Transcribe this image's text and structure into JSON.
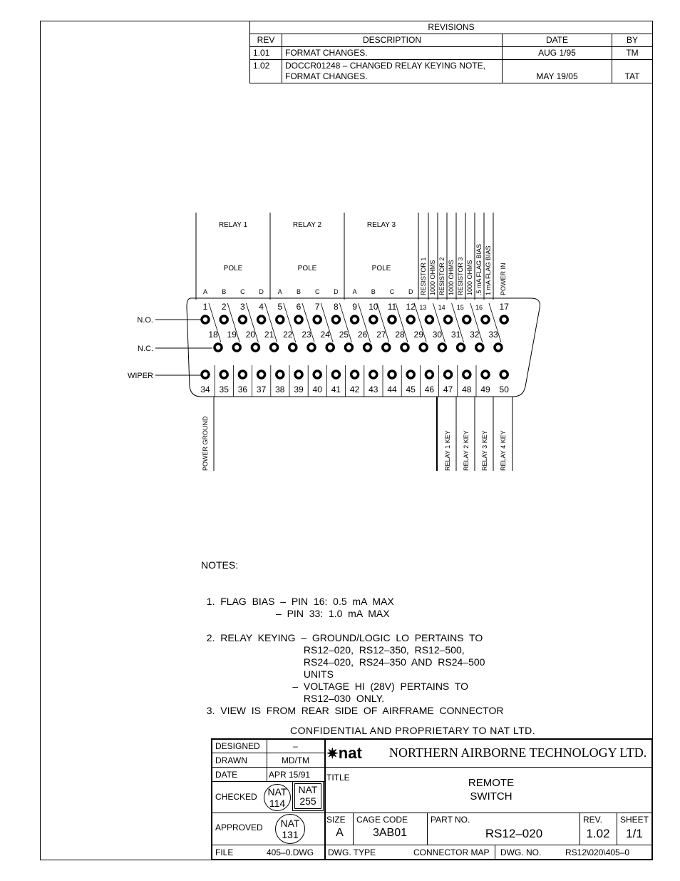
{
  "revisions": {
    "title": "REVISIONS",
    "headers": {
      "rev": "REV",
      "description": "DESCRIPTION",
      "date": "DATE",
      "by": "BY"
    },
    "rows": [
      {
        "rev": "1.01",
        "description": "FORMAT CHANGES.",
        "date": "AUG 1/95",
        "by": "TM"
      },
      {
        "rev": "1.02",
        "description": "DOCCR01248 – CHANGED RELAY KEYING NOTE,",
        "description2": "FORMAT CHANGES.",
        "date": "MAY 19/05",
        "by": "TAT"
      }
    ]
  },
  "diagram": {
    "relay_labels": [
      "RELAY 1",
      "RELAY 2",
      "RELAY 3"
    ],
    "pole_label": "POLE",
    "pole_letters": [
      "A",
      "B",
      "C",
      "D",
      "A",
      "B",
      "C",
      "D",
      "A",
      "B",
      "C",
      "D"
    ],
    "vertical_labels": [
      "RESISTOR 1",
      "1000 OHMS",
      "RESISTOR 2",
      "1000 OHMS",
      "RESISTOR 3",
      "1000 OHMS",
      ".5 mA FLAG BIAS",
      "1 mA FLAG BIAS",
      "POWER IN"
    ],
    "row_labels": {
      "no": "N.O.",
      "nc": "N.C.",
      "wiper": "WIPER"
    },
    "row1_pins": [
      "1",
      "2",
      "3",
      "4",
      "5",
      "6",
      "7",
      "8",
      "9",
      "10",
      "11",
      "12",
      "13",
      "14",
      "15",
      "16",
      "17"
    ],
    "row2_pins": [
      "18",
      "19",
      "20",
      "21",
      "22",
      "23",
      "24",
      "25",
      "26",
      "27",
      "28",
      "29",
      "30",
      "31",
      "32",
      "33"
    ],
    "row3_pins": [
      "34",
      "35",
      "36",
      "37",
      "38",
      "39",
      "40",
      "41",
      "42",
      "43",
      "44",
      "45",
      "46",
      "47",
      "48",
      "49",
      "50"
    ],
    "bottom_labels": [
      "POWER GROUND",
      "RELAY 1 KEY",
      "RELAY 2 KEY",
      "RELAY 3 KEY",
      "RELAY 4 KEY"
    ]
  },
  "notes": {
    "header": "NOTES:",
    "lines": [
      "  1.  FLAG  BIAS  –  PIN  16:  0.5  mA  MAX",
      "                           –  PIN  33:  1.0  mA  MAX",
      "",
      "  2.  RELAY  KEYING  –  GROUND/LOGIC  LO  PERTAINS  TO",
      "                                     RS12–020,  RS12–350,  RS12–500,",
      "                                     RS24–020,  RS24–350  AND  RS24–500",
      "                                     UNITS",
      "                                 –  VOLTAGE  HI  (28V)  PERTAINS  TO",
      "                                     RS12–030  ONLY.",
      "  3.  VIEW  IS  FROM  REAR  SIDE  OF  AIRFRAME  CONNECTOR"
    ]
  },
  "confidential": "CONFIDENTIAL AND PROPRIETARY TO NAT LTD.",
  "title_block": {
    "designed_label": "DESIGNED",
    "designed_value": "–",
    "drawn_label": "DRAWN",
    "drawn_value": "MD/TM",
    "date_label": "DATE",
    "date_value": "APR 15/91",
    "checked_label": "CHECKED",
    "approved_label": "APPROVED",
    "file_label": "FILE",
    "file_value": "405–0.DWG",
    "company_logo": "nat",
    "company_name": "NORTHERN AIRBORNE TECHNOLOGY LTD.",
    "title_label": "TITLE",
    "title_line1": "REMOTE",
    "title_line2": "SWITCH",
    "size_label": "SIZE",
    "size_value": "A",
    "cage_label": "CAGE CODE",
    "cage_value": "3AB01",
    "part_label": "PART NO.",
    "part_value": "RS12–020",
    "rev_label": "REV.",
    "rev_value": "1.02",
    "sheet_label": "SHEET",
    "sheet_value": "1/1",
    "dwg_type_label": "DWG. TYPE",
    "dwg_type_value": "CONNECTOR MAP",
    "dwg_no_label": "DWG. NO.",
    "dwg_no_value": "RS12\\020\\405–0",
    "stamps": [
      {
        "line1": "NAT",
        "line2": "114"
      },
      {
        "line1": "NAT",
        "line2": "255"
      },
      {
        "line1": "NAT",
        "line2": "131"
      }
    ]
  }
}
